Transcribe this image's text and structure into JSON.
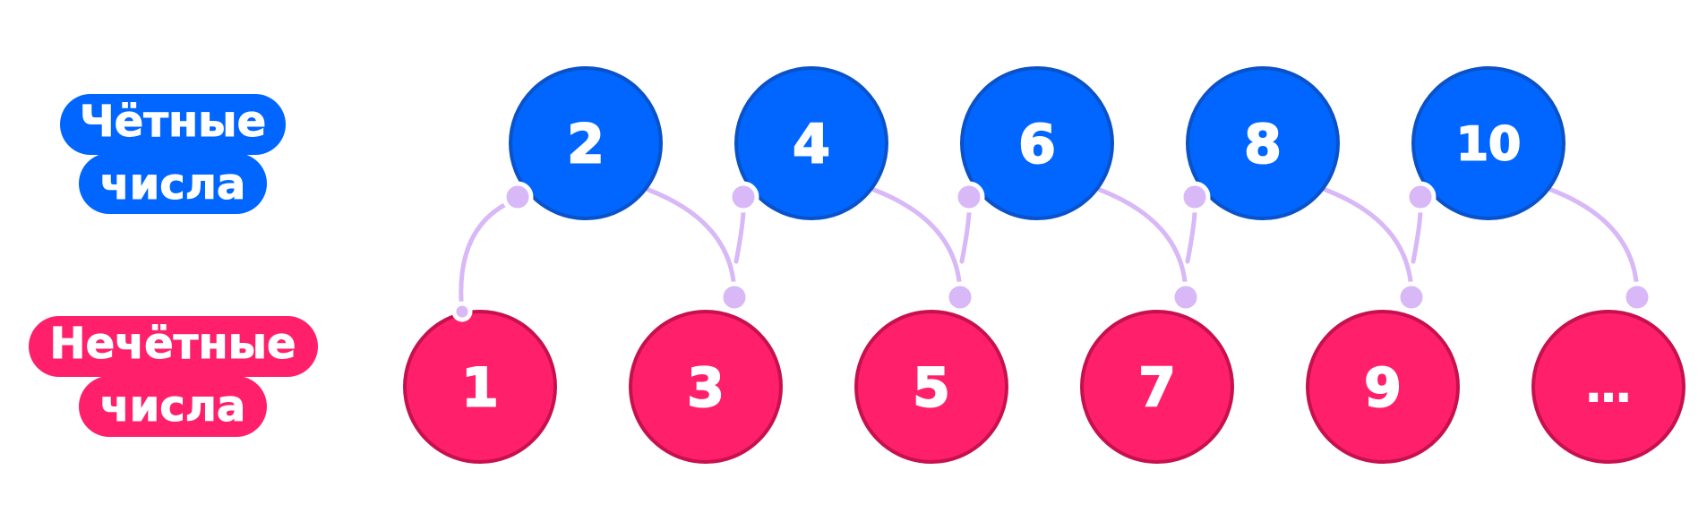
{
  "labels": {
    "even": {
      "line1": "Чётные",
      "line2": "числа"
    },
    "odd": {
      "line1": "Нечётные",
      "line2": "числа"
    }
  },
  "even_numbers": [
    "2",
    "4",
    "6",
    "8",
    "10"
  ],
  "odd_numbers": [
    "1",
    "3",
    "5",
    "7",
    "9",
    "..."
  ],
  "colors": {
    "even_fill": "#0066FF",
    "even_stroke": "#0a52c8",
    "odd_fill": "#FF1F6B",
    "odd_stroke": "#c7104f",
    "connector": "#D8B8F7",
    "text": "#ffffff"
  }
}
